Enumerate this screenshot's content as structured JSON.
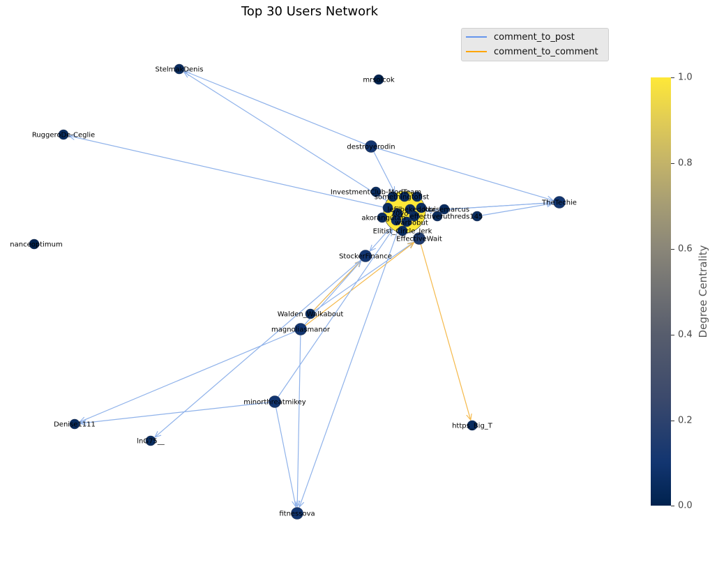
{
  "title": "Top 30 Users Network",
  "legend": [
    {
      "label": "comment_to_post",
      "color": "#6495ed"
    },
    {
      "label": "comment_to_comment",
      "color": "#ffa500"
    }
  ],
  "colorbar": {
    "label": "Degree Centrality",
    "ticks": [
      "0.0",
      "0.2",
      "0.4",
      "0.6",
      "0.8",
      "1.0"
    ],
    "colormap": "cividis"
  },
  "nodes": [
    {
      "id": "StelmakDenis",
      "centrality": 0.05
    },
    {
      "id": "mrsolcok",
      "centrality": 0.0
    },
    {
      "id": "RuggeroDe-Ceglie",
      "centrality": 0.05
    },
    {
      "id": "destroyerodin",
      "centrality": 0.1
    },
    {
      "id": "InvestmentClub-ModTeam",
      "centrality": 0.05
    },
    {
      "id": "somethingtofist",
      "centrality": 0.05
    },
    {
      "id": "TheTechie",
      "centrality": 0.1
    },
    {
      "id": "nanceoptimum",
      "centrality": 0.0
    },
    {
      "id": "lefilbekedotbr",
      "centrality": 0.05
    },
    {
      "id": "louisemarcus",
      "centrality": 0.05
    },
    {
      "id": "20yo",
      "centrality": 0.05
    },
    {
      "id": "effectiveruthreds145",
      "centrality": 0.05
    },
    {
      "id": "akorangutan",
      "centrality": 0.05
    },
    {
      "id": "warbobut",
      "centrality": 0.05
    },
    {
      "id": "Elitist_Circle_Jerk",
      "centrality": 0.05
    },
    {
      "id": "EffectiveWait",
      "centrality": 0.15
    },
    {
      "id": "StockerFinance",
      "centrality": 0.1
    },
    {
      "id": "Walden_Walkabout",
      "centrality": 0.05
    },
    {
      "id": "magnoliasmanor",
      "centrality": 0.1
    },
    {
      "id": "minorthreatmikey",
      "centrality": 0.1
    },
    {
      "id": "Denise1111",
      "centrality": 0.05
    },
    {
      "id": "lnG75__",
      "centrality": 0.05
    },
    {
      "id": "https_Big_T",
      "centrality": 0.05
    },
    {
      "id": "fitnessova",
      "centrality": 0.1
    },
    {
      "id": "hub",
      "centrality": 1.0
    }
  ],
  "edges": [
    {
      "source": "destroyerodin",
      "target": "StelmakDenis",
      "type": "comment_to_post"
    },
    {
      "source": "destroyerodin",
      "target": "TheTechie",
      "type": "comment_to_post"
    },
    {
      "source": "hub",
      "target": "StelmakDenis",
      "type": "comment_to_post"
    },
    {
      "source": "hub",
      "target": "RuggeroDe-Ceglie",
      "type": "comment_to_post"
    },
    {
      "source": "destroyerodin",
      "target": "hub",
      "type": "comment_to_post"
    },
    {
      "source": "hub",
      "target": "TheTechie",
      "type": "comment_to_post"
    },
    {
      "source": "effectiveruthreds145",
      "target": "TheTechie",
      "type": "comment_to_post"
    },
    {
      "source": "TheTechie",
      "target": "hub",
      "type": "comment_to_post"
    },
    {
      "source": "hub",
      "target": "StockerFinance",
      "type": "comment_to_post"
    },
    {
      "source": "Walden_Walkabout",
      "target": "StockerFinance",
      "type": "comment_to_post"
    },
    {
      "source": "Walden_Walkabout",
      "target": "StockerFinance",
      "type": "comment_to_comment"
    },
    {
      "source": "Walden_Walkabout",
      "target": "EffectiveWait",
      "type": "comment_to_post"
    },
    {
      "source": "magnoliasmanor",
      "target": "EffectiveWait",
      "type": "comment_to_comment"
    },
    {
      "source": "magnoliasmanor",
      "target": "Denise1111",
      "type": "comment_to_post"
    },
    {
      "source": "magnoliasmanor",
      "target": "fitnessova",
      "type": "comment_to_post"
    },
    {
      "source": "StockerFinance",
      "target": "lnG75__",
      "type": "comment_to_post"
    },
    {
      "source": "minorthreatmikey",
      "target": "Denise1111",
      "type": "comment_to_post"
    },
    {
      "source": "minorthreatmikey",
      "target": "fitnessova",
      "type": "comment_to_post"
    },
    {
      "source": "minorthreatmikey",
      "target": "hub",
      "type": "comment_to_post"
    },
    {
      "source": "hub",
      "target": "fitnessova",
      "type": "comment_to_post"
    },
    {
      "source": "EffectiveWait",
      "target": "https_Big_T",
      "type": "comment_to_comment"
    },
    {
      "source": "magnoliasmanor",
      "target": "StockerFinance",
      "type": "comment_to_post"
    }
  ]
}
